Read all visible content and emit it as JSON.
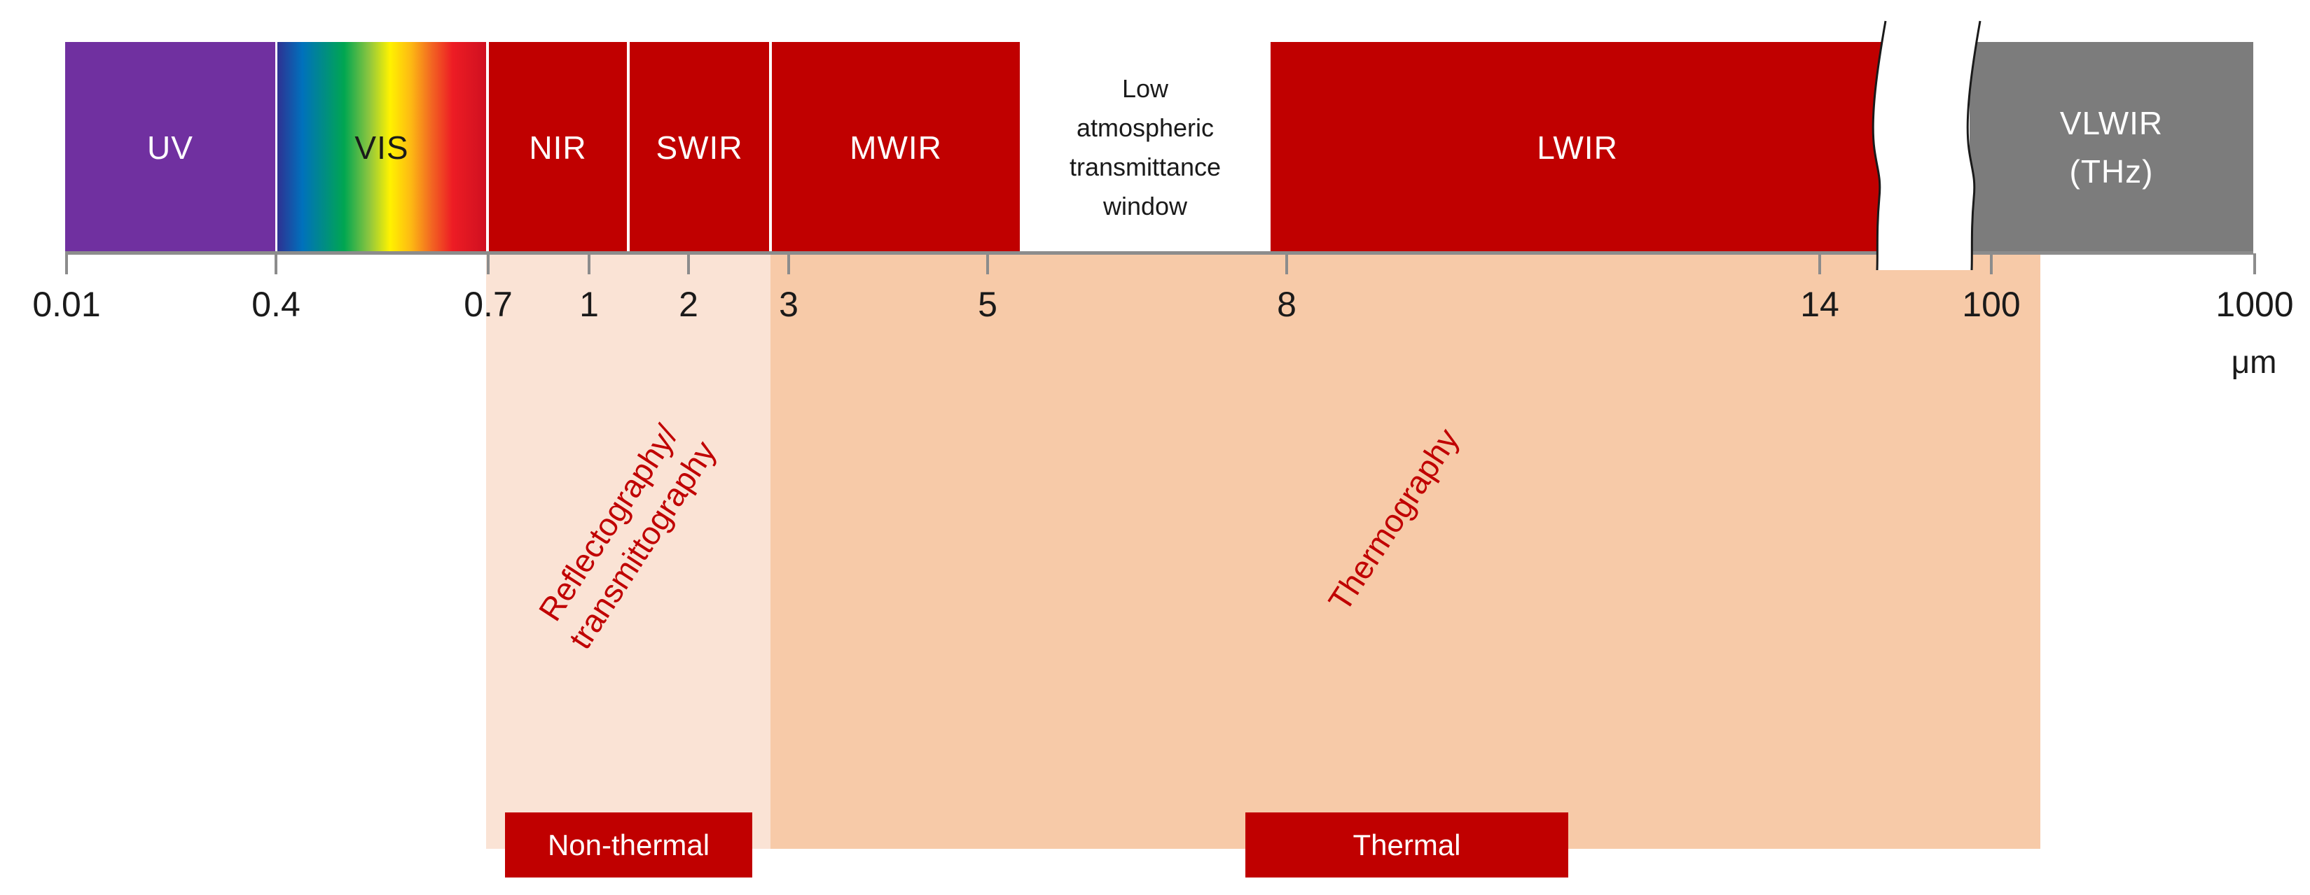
{
  "bands": {
    "uv": {
      "label": "UV",
      "range_um": "0.01–0.4"
    },
    "vis": {
      "label": "VIS",
      "range_um": "0.4–0.7"
    },
    "nir": {
      "label": "NIR",
      "range_um": "0.7–1.4"
    },
    "swir": {
      "label": "SWIR",
      "range_um": "1.4–3"
    },
    "mwir": {
      "label": "MWIR",
      "range_um": "3–5"
    },
    "window": {
      "label": "Low\natmospheric\ntransmittance\nwindow",
      "range_um": "5–8"
    },
    "lwir": {
      "label": "LWIR",
      "range_um": "8–14"
    },
    "vlwir": {
      "label": "VLWIR\n(THz)",
      "range_um": "100–1000"
    }
  },
  "axis": {
    "ticks": [
      "0.01",
      "0.4",
      "0.7",
      "1",
      "2",
      "3",
      "5",
      "8",
      "14",
      "100",
      "1000"
    ],
    "unit": "μm"
  },
  "regions": {
    "reflectography": {
      "label": "Reflectography/\ntransmittography"
    },
    "thermography": {
      "label": "Thermography"
    },
    "non_thermal": {
      "label": "Non-thermal"
    },
    "thermal": {
      "label": "Thermal"
    }
  },
  "colors": {
    "band_red": "#C00000",
    "uv_purple": "#7030A0",
    "gray": "#7C7C7C",
    "light_peach": "#FAE3D5",
    "dark_peach": "#F7CAA8",
    "accent_text": "#C00000",
    "axis_gray": "#8C8C8C"
  }
}
